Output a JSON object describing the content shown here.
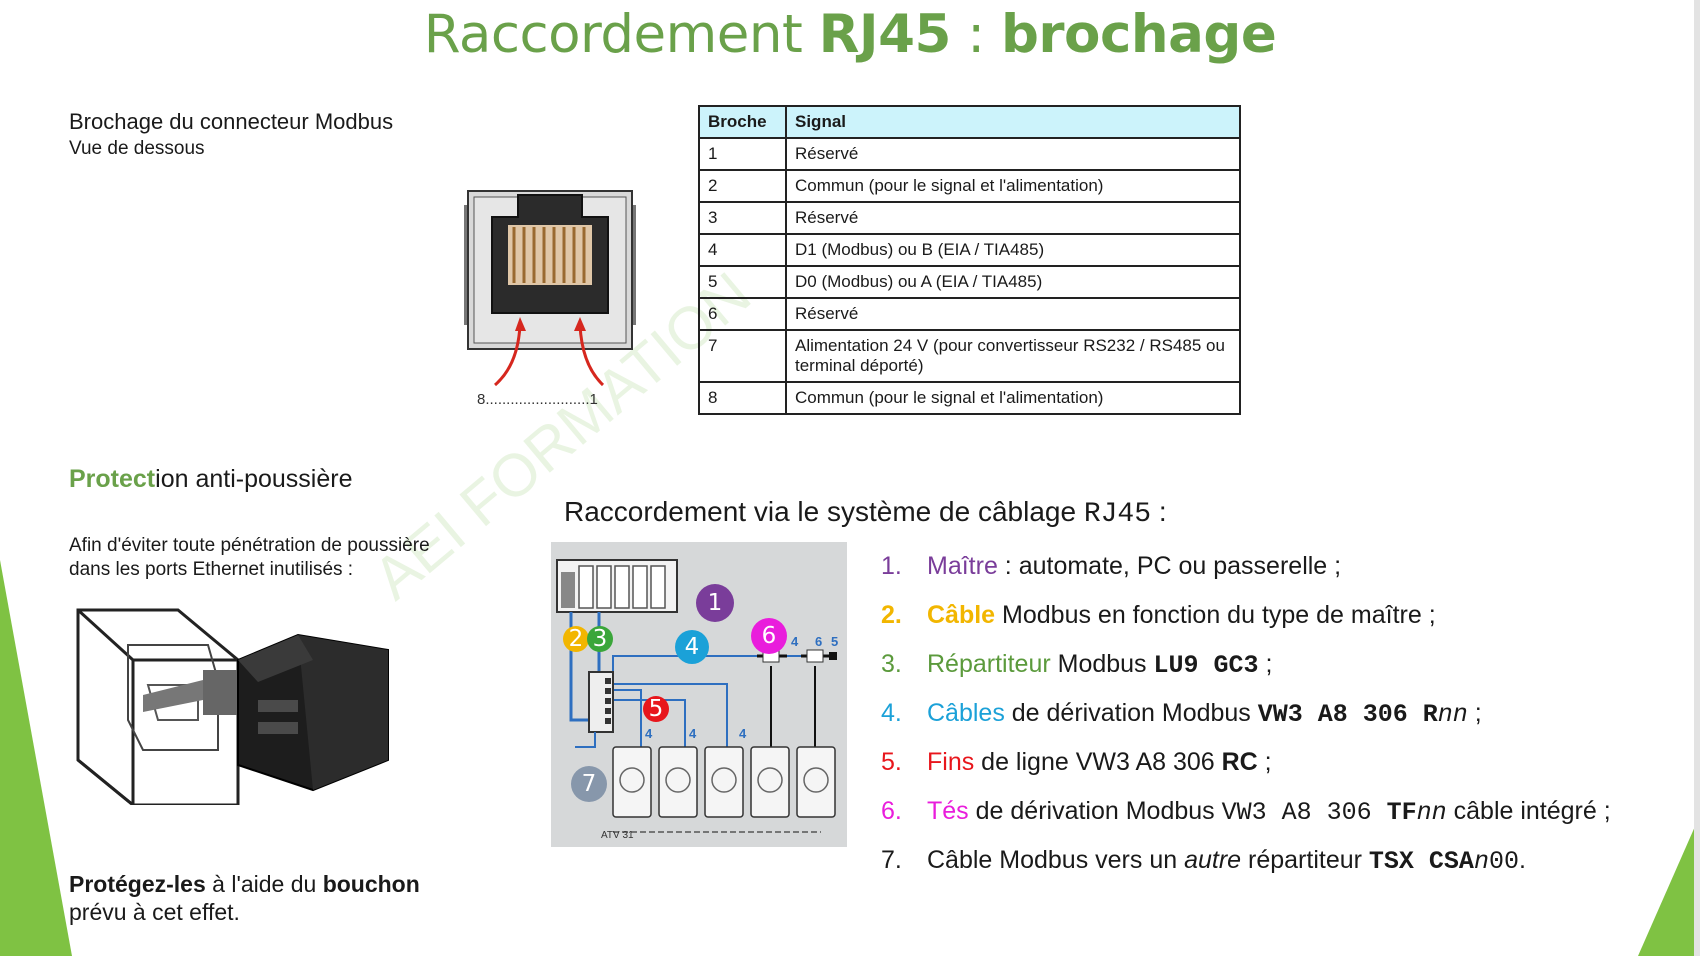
{
  "title": {
    "part1": "Raccordement ",
    "part2": "RJ45",
    "part3": " : ",
    "part4": "brochage"
  },
  "connector": {
    "heading": "Brochage du connecteur Modbus",
    "subheading": "Vue de dessous",
    "pin_range": "8.........................1"
  },
  "pin_table": {
    "headers": [
      "Broche",
      "Signal"
    ],
    "rows": [
      [
        "1",
        "Réservé"
      ],
      [
        "2",
        "Commun (pour le signal et l'alimentation)"
      ],
      [
        "3",
        "Réservé"
      ],
      [
        "4",
        "D1 (Modbus) ou B (EIA / TIA485)"
      ],
      [
        "5",
        "D0 (Modbus) ou A (EIA / TIA485)"
      ],
      [
        "6",
        "Réservé"
      ],
      [
        "7",
        "Alimentation 24 V (pour convertisseur RS232 / RS485 ou terminal déporté)"
      ],
      [
        "8",
        "Commun (pour le signal et l'alimentation)"
      ]
    ]
  },
  "protection": {
    "heading_green": "Protect",
    "heading_rest": "ion anti-poussière",
    "desc_line1": "Afin d'éviter toute pénétration de poussière",
    "desc_line2": "dans les ports Ethernet inutilisés :",
    "footer_bold1": "Protégez-les",
    "footer_mid": " à l'aide du ",
    "footer_bold2": "bouchon",
    "footer_line2": "prévu à cet effet."
  },
  "wiring": {
    "heading_text": "Raccordement via le système de câblage ",
    "heading_mono": "RJ45",
    "heading_end": " :",
    "device_label": "ATV 31",
    "badges": [
      "1",
      "2",
      "3",
      "4",
      "5",
      "6",
      "7"
    ],
    "small_labels": [
      "4",
      "6",
      "5",
      "4",
      "4",
      "4"
    ]
  },
  "list": [
    {
      "num": "1.",
      "colored": "Maître",
      "color": "#7a3d9a",
      "text": " : automate, PC ou passerelle ;"
    },
    {
      "num": "2.",
      "colored": "Câble",
      "color": "#f2b600",
      "text": " Modbus en fonction du type de maître ;"
    },
    {
      "num": "3.",
      "colored": "Répartiteur",
      "color": "#5b9a3c",
      "text": " Modbus ",
      "code": "LU9 GC3",
      "tail": " ;"
    },
    {
      "num": "4.",
      "colored": "Câbles",
      "color": "#1ba1d8",
      "text": " de dérivation Modbus ",
      "code": "VW3 A8 306 R",
      "code_it": "nn",
      "tail": " ;"
    },
    {
      "num": "5.",
      "colored": "Fins",
      "color": "#e8161c",
      "text": " de ligne VW3 A8 306 ",
      "bold": "RC",
      "tail": " ;"
    },
    {
      "num": "6.",
      "colored": "Tés",
      "color": "#e91ddc",
      "text": " de dérivation Modbus ",
      "code_plain": "VW3 A8 306 ",
      "code": "TF",
      "code_it": "nn",
      "tail": " câble intégré ;"
    },
    {
      "num": "7.",
      "text_start": "Câble Modbus vers un ",
      "italic": "autre",
      "text": " répartiteur ",
      "code": "TSX CSA",
      "code_it2": "n",
      "code_plain2": "00",
      "tail": "."
    }
  ],
  "watermark": "AEI FORMATION",
  "colors": {
    "title_green": "#6aa14a",
    "table_header": "#ccf3fb",
    "accent_green": "#7fc243"
  }
}
